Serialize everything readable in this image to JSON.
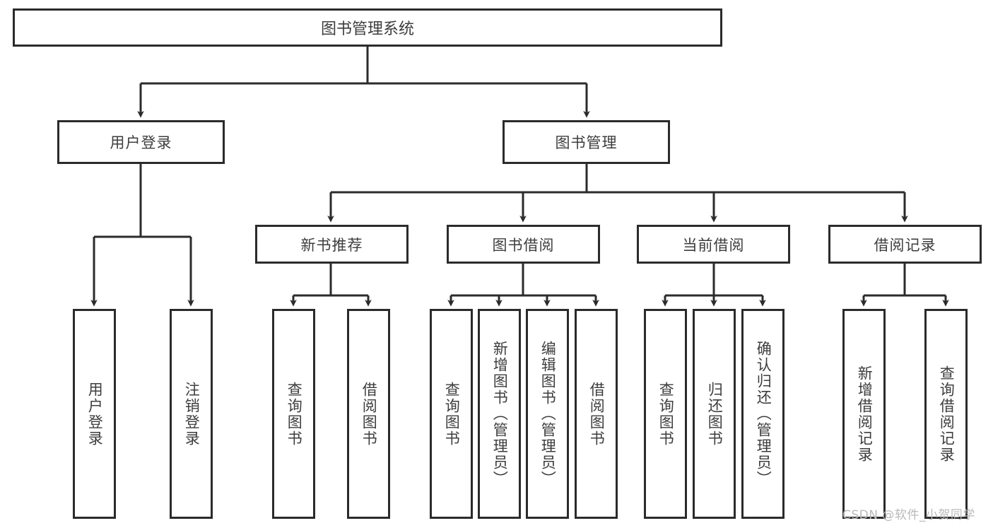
{
  "diagram": {
    "title": "图书管理系统",
    "type": "hierarchy-tree",
    "levels": 4,
    "colors": {
      "box_border": "#2b2b2b",
      "box_fill": "#ffffff",
      "text": "#3d3d3d",
      "connector": "#2b2b2b",
      "watermark": "#b9b9b9"
    }
  },
  "root": {
    "label": "图书管理系统"
  },
  "level1": [
    {
      "label": "用户登录"
    },
    {
      "label": "图书管理"
    }
  ],
  "level2": [
    {
      "label": "新书推荐"
    },
    {
      "label": "图书借阅"
    },
    {
      "label": "当前借阅"
    },
    {
      "label": "借阅记录"
    }
  ],
  "leaves": {
    "user_login": [
      {
        "label": "用户登录"
      },
      {
        "label": "注销登录"
      }
    ],
    "new_book_recommend": [
      {
        "label": "查询图书"
      },
      {
        "label": "借阅图书"
      }
    ],
    "book_borrow": [
      {
        "label": "查询图书"
      },
      {
        "label": "新增图书（管理员）"
      },
      {
        "label": "编辑图书（管理员）"
      },
      {
        "label": "借阅图书"
      }
    ],
    "current_borrow": [
      {
        "label": "查询图书"
      },
      {
        "label": "归还图书"
      },
      {
        "label": "确认归还（管理员）"
      }
    ],
    "borrow_record": [
      {
        "label": "新增借阅记录"
      },
      {
        "label": "查询借阅记录"
      }
    ]
  },
  "watermark": {
    "text": "CSDN @软件_小贺同学"
  }
}
